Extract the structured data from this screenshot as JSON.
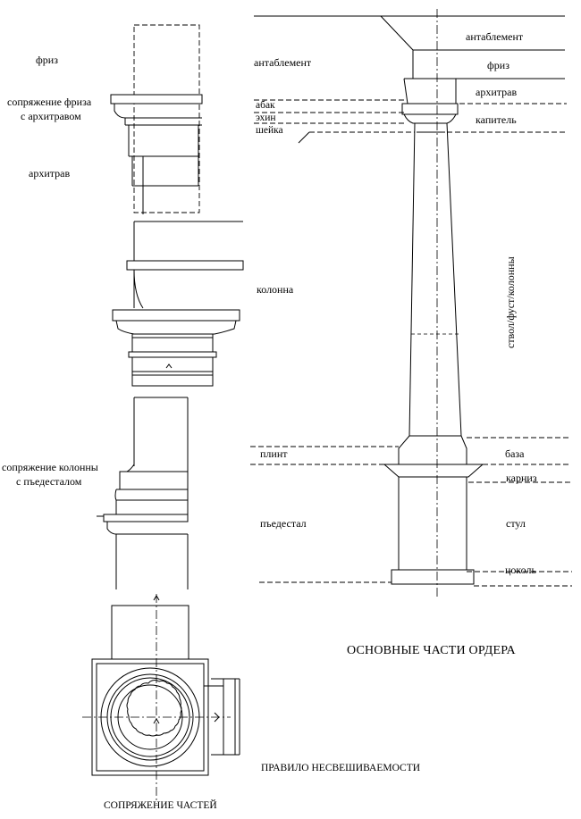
{
  "labels": {
    "friz_left": "фриз",
    "sopr_friz_line1": "сопряжение фриза",
    "sopr_friz_line2": "с архитравом",
    "arhitrav_left": "архитрав",
    "kolonna": "колонна",
    "sopr_kol_line1": "сопряжение колонны",
    "sopr_kol_line2": "с пъедесталом",
    "antablement_left": "антаблемент",
    "abak": "абак",
    "ehin": "эхин",
    "sheyka": "шейка",
    "plint": "плинт",
    "pedestal": "пъедестал",
    "antablement_right": "антаблемент",
    "friz_right": "фриз",
    "arhitrav_right": "архитрав",
    "kapitel": "капитель",
    "stvol": "ствол/фуст/колонны",
    "baza": "база",
    "karniz": "карниз",
    "stul": "стул",
    "tsokol": "цоколь"
  },
  "titles": {
    "main": "ОСНОВНЫЕ ЧАСТИ ОРДЕРА",
    "rule": "ПРАВИЛО НЕСВЕШИВАЕМОСТИ",
    "joints": "СОПРЯЖЕНИЕ ЧАСТЕЙ"
  }
}
